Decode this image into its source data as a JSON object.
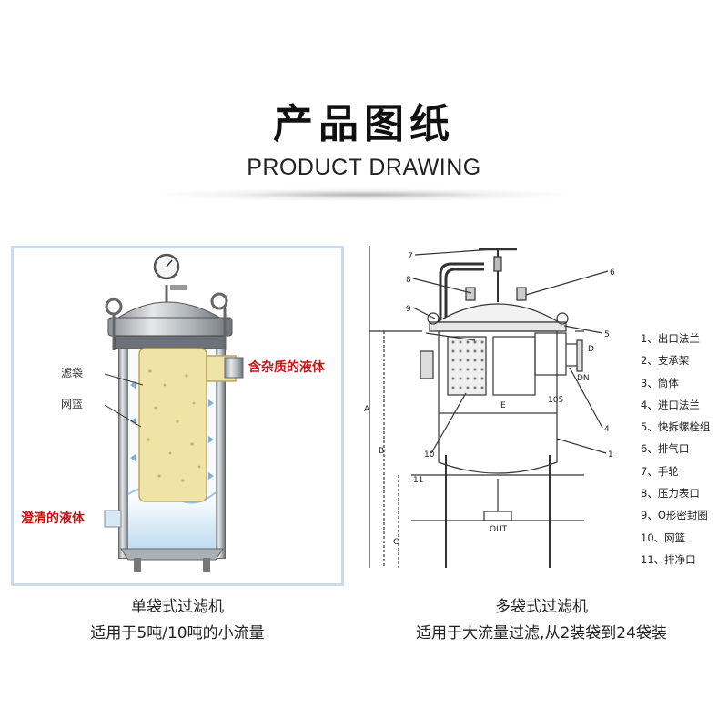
{
  "header": {
    "title": "产品图纸",
    "subtitle": "PRODUCT DRAWING"
  },
  "left_panel": {
    "label_bag": "滤袋",
    "label_basket": "网篮",
    "label_inlet": "含杂质的液体",
    "label_outlet": "澄清的液体",
    "caption_title": "单袋式过滤机",
    "caption_desc": "适用于5吨/10吨的小流量"
  },
  "right_panel": {
    "caption_title": "多袋式过滤机",
    "caption_desc": "适用于大流量过滤,从2装袋到24袋装",
    "drawing_labels": {
      "callouts": [
        "7",
        "8",
        "9",
        "10",
        "11",
        "6",
        "5",
        "4",
        "1"
      ],
      "dims": [
        "A",
        "B",
        "C",
        "D",
        "E",
        "DN",
        "105",
        "OUT"
      ]
    },
    "parts": [
      "1、出口法兰",
      "2、支承架",
      "3、筒体",
      "4、进口法兰",
      "5、快拆螺栓组",
      "6、排气口",
      "7、手轮",
      "8、压力表口",
      "9、O形密封圈",
      "10、网篮",
      "11、排净口"
    ]
  },
  "colors": {
    "label_red": "#c81414",
    "panel_border": "#c9dcef",
    "bag_fill": "#efe3a6",
    "steel": "#b9bdc2",
    "water": "#d8ecfa",
    "line": "#333333"
  }
}
